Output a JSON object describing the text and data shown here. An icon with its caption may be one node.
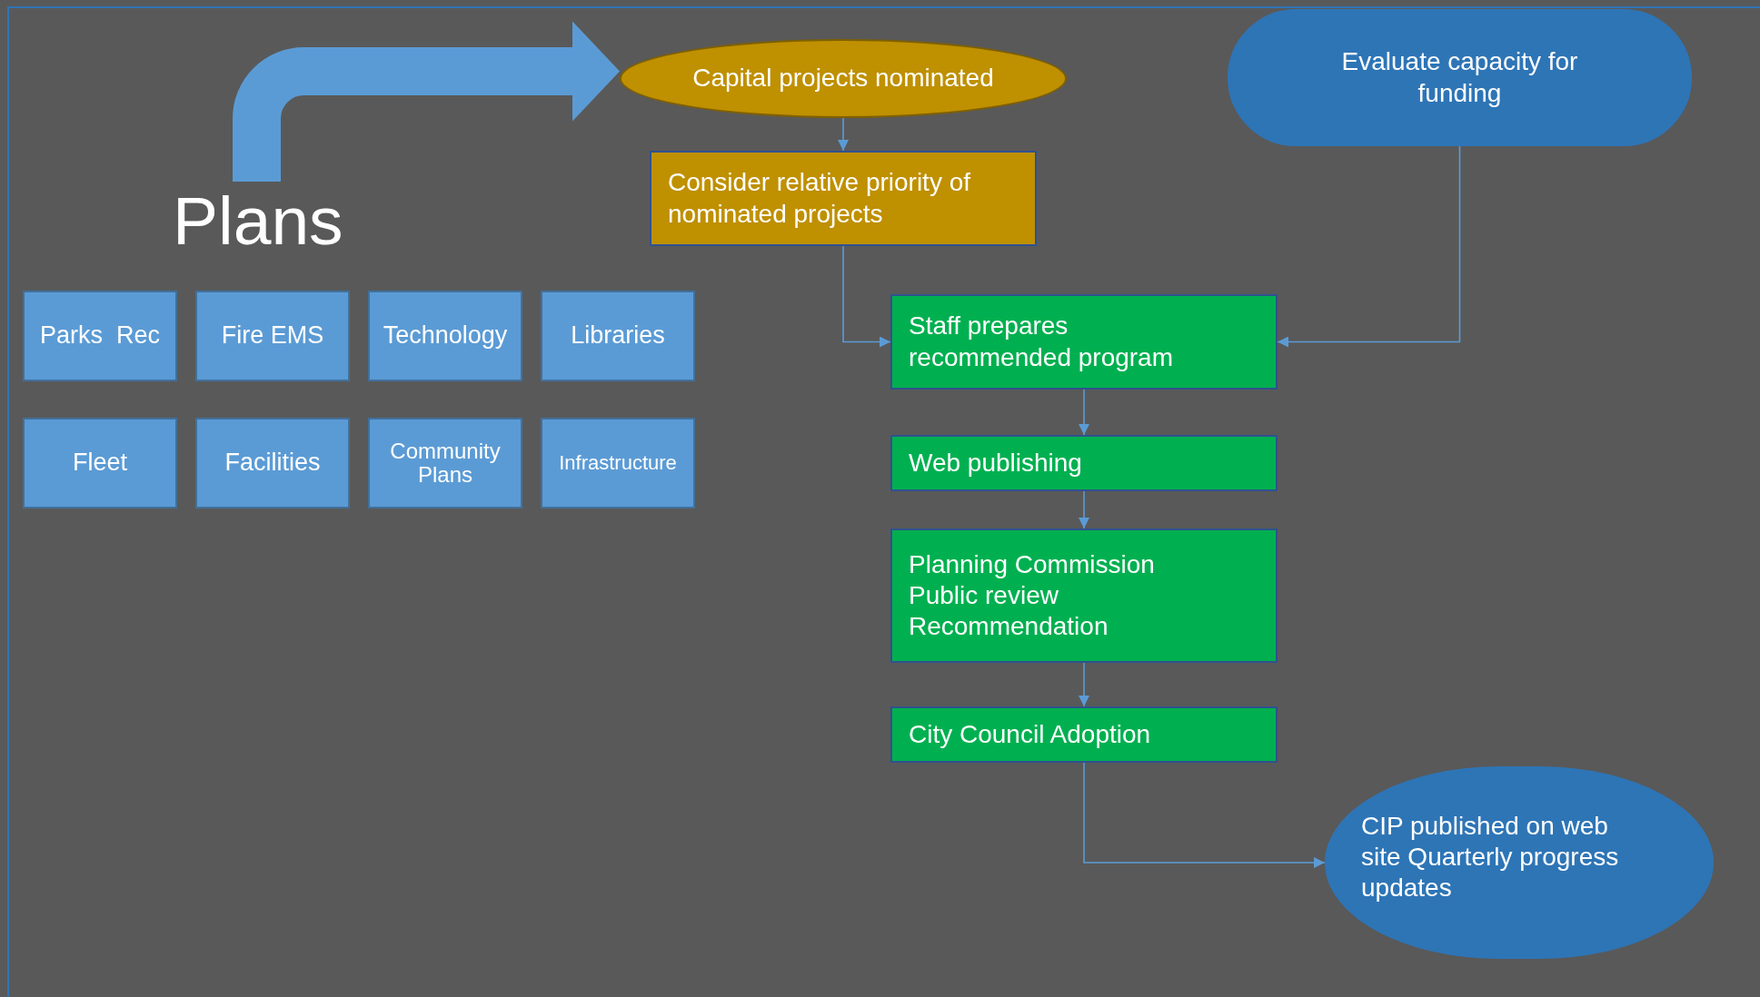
{
  "diagram": {
    "nodes": [
      {
        "text": [
          "Plans"
        ]
      },
      {
        "text": [
          "Capital projects nominated"
        ]
      },
      {
        "text": [
          "Consider relative priority of nominated projects"
        ]
      },
      {
        "text": [
          "Evaluate capacity for funding"
        ]
      },
      {
        "text": [
          "Staff prepares recommended program"
        ]
      },
      {
        "text": [
          "Web publishing"
        ]
      },
      {
        "text": [
          "Planning Commission",
          "Public review",
          "Recommendation"
        ]
      },
      {
        "text": [
          "City Council Adoption"
        ]
      },
      {
        "text": [
          "CIP published on web site Quarterly progress updates"
        ]
      },
      {
        "text": [
          "Parks  Rec"
        ]
      },
      {
        "text": [
          "Fire EMS"
        ]
      },
      {
        "text": [
          "Technology"
        ]
      },
      {
        "text": [
          "Libraries"
        ]
      },
      {
        "text": [
          "Fleet"
        ]
      },
      {
        "text": [
          "Facilities"
        ]
      },
      {
        "text": [
          "Community Plans"
        ]
      },
      {
        "text": [
          "Infrastructure"
        ]
      }
    ],
    "edges": [
      {
        "from": 0,
        "to": 1,
        "arrow": "to",
        "style": "thick"
      },
      {
        "from": 1,
        "to": 2,
        "arrow": "to"
      },
      {
        "from": 2,
        "to": 4,
        "arrow": "to"
      },
      {
        "from": 3,
        "to": 4,
        "arrow": "to"
      },
      {
        "from": 4,
        "to": 5,
        "arrow": "to"
      },
      {
        "from": 5,
        "to": 6,
        "arrow": "to"
      },
      {
        "from": 6,
        "to": 7,
        "arrow": "to"
      },
      {
        "from": 7,
        "to": 8,
        "arrow": "to"
      }
    ]
  }
}
